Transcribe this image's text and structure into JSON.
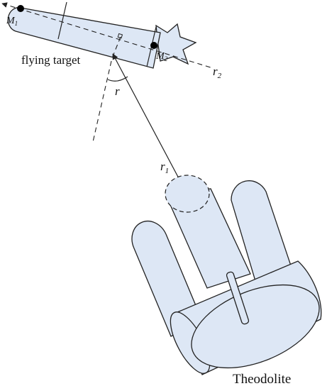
{
  "labels": {
    "m1": "M",
    "m1_sub": "1",
    "m2": "M",
    "m2_sub": "2",
    "r2": "r",
    "r2_sub": "2",
    "r1": "r",
    "r1_sub": "1",
    "r": "r",
    "flying_target": "flying target",
    "theodolite": "Theodolite"
  },
  "colors": {
    "fill": "#dde7f5",
    "stroke": "#222222"
  }
}
